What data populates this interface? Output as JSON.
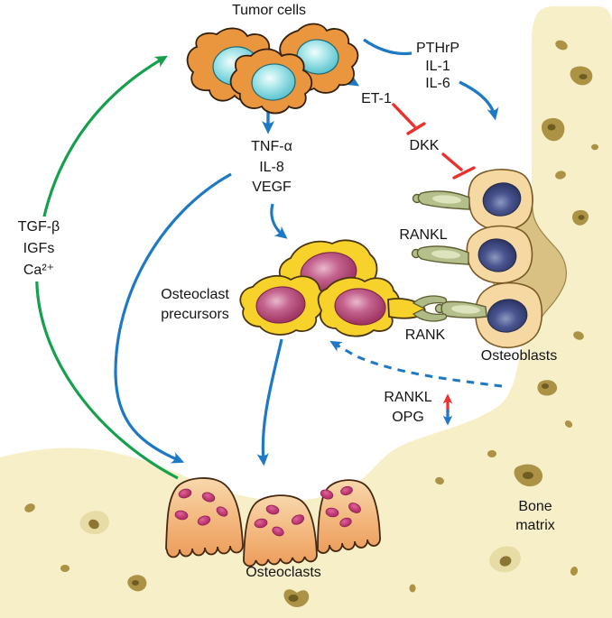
{
  "labels": {
    "tumor_cells": "Tumor cells",
    "tumor_secreted_right": [
      "PTHrP",
      "IL-1",
      "IL-6"
    ],
    "et1": "ET-1",
    "dkk": "DKK",
    "tumor_secreted_down": [
      "TNF-α",
      "IL-8",
      "VEGF"
    ],
    "bone_released": [
      "TGF-β",
      "IGFs",
      "Ca²⁺"
    ],
    "osteoclast_precursors": [
      "Osteoclast",
      "precursors"
    ],
    "rankl": "RANKL",
    "rank": "RANK",
    "osteoblasts": "Osteoblasts",
    "balance": {
      "rankl": "RANKL",
      "opg": "OPG"
    },
    "osteoclasts": "Osteoclasts",
    "bone_matrix": [
      "Bone",
      "matrix"
    ]
  },
  "indicators": {
    "rankl_direction": "up",
    "opg_direction": "down"
  },
  "colors": {
    "background": "#ffffff",
    "bone_matrix": "#f7efc7",
    "bone_surface_shadow": "#d9c183",
    "osteocyte": "#ab9245",
    "arrow_blue": "#1d79c4",
    "arrow_green": "#14a04d",
    "inhibit_red": "#e9312d",
    "tumor_cell": "#e9963f",
    "tumor_nucleus": "#5fc5cf",
    "precursor_cell": "#f6d22b",
    "precursor_nucleus": "#a33a67",
    "osteoblast_cell": "#f6d9a2",
    "osteoblast_nucleus": "#2e3766",
    "osteoclast_cell": "#eea768",
    "osteoclast_nucleus": "#c03a74",
    "rankl_ligand": "#b4bf8c",
    "text": "#1a1a1a"
  }
}
